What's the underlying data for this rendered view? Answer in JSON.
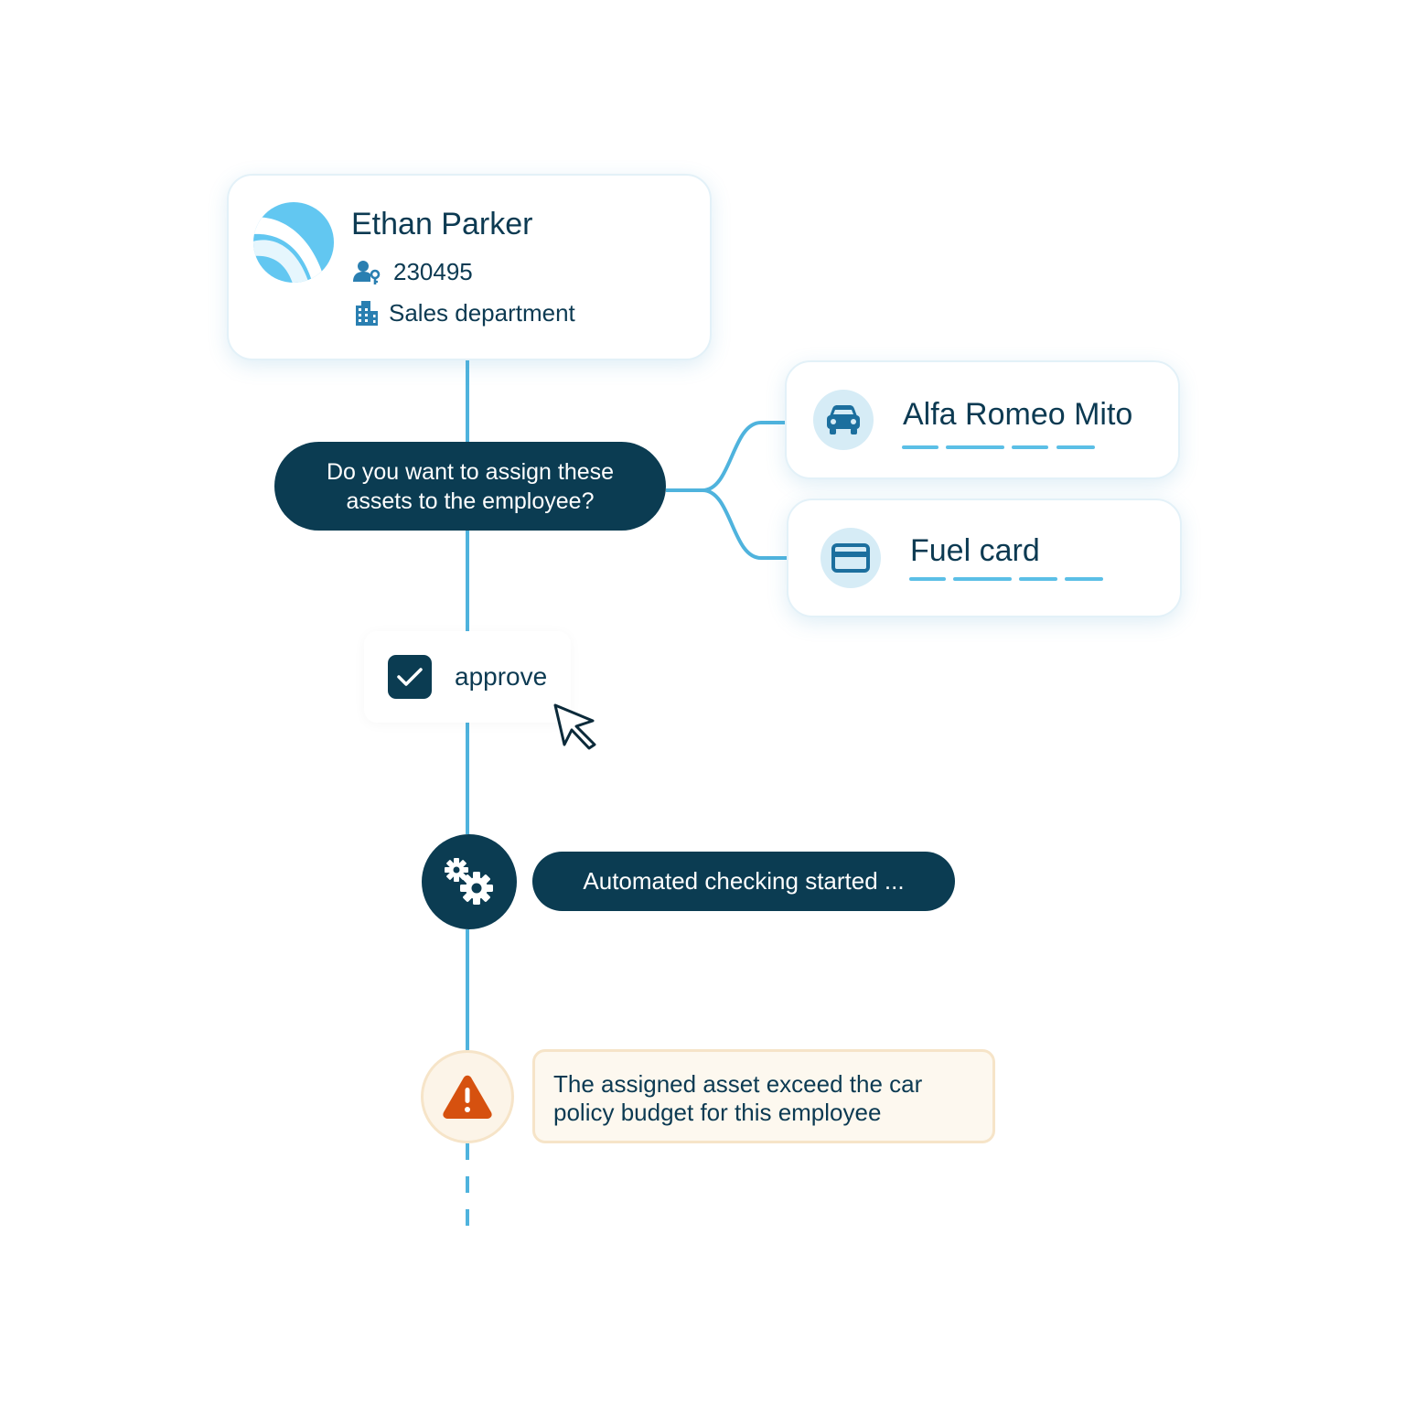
{
  "employee": {
    "name": "Ethan Parker",
    "id": "230495",
    "department": "Sales department"
  },
  "question": {
    "line1": "Do you want to assign these",
    "line2": "assets to the employee?"
  },
  "assets": [
    {
      "label": "Alfa Romeo Mito",
      "icon": "car-icon"
    },
    {
      "label": "Fuel card",
      "icon": "credit-card-icon"
    }
  ],
  "approve": {
    "label": "approve",
    "checked": true
  },
  "automation": {
    "status": "Automated checking started ...",
    "icon": "gears-icon"
  },
  "warning": {
    "line1": "The assigned asset exceed the car",
    "line2": "policy budget for this employee",
    "icon": "warning-triangle-icon"
  },
  "colors": {
    "dark_teal": "#0b3c52",
    "line_blue": "#4fb3dd",
    "light_blue": "#d6ecf6",
    "warning_orange": "#d6510f",
    "warning_bg": "#fdf8ef"
  }
}
